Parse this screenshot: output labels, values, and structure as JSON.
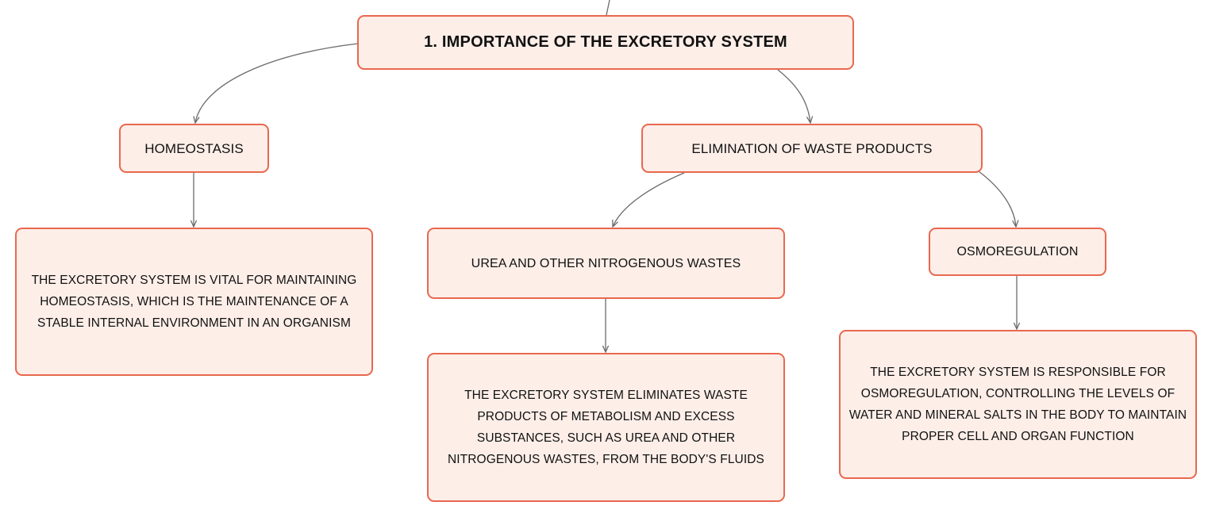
{
  "mindmap": {
    "root": {
      "text": "1. IMPORTANCE OF THE EXCRETORY SYSTEM"
    },
    "homeostasis": {
      "label": "HOMEOSTASIS",
      "detail": "THE EXCRETORY SYSTEM IS VITAL FOR MAINTAINING HOMEOSTASIS, WHICH IS THE MAINTENANCE OF A STABLE INTERNAL ENVIRONMENT IN AN ORGANISM"
    },
    "elimination": {
      "label": "ELIMINATION OF WASTE PRODUCTS",
      "urea": {
        "label": "UREA AND OTHER NITROGENOUS WASTES",
        "detail": "THE EXCRETORY SYSTEM ELIMINATES WASTE PRODUCTS OF METABOLISM AND EXCESS SUBSTANCES, SUCH AS UREA AND OTHER NITROGENOUS WASTES, FROM THE BODY'S FLUIDS"
      },
      "osmoregulation": {
        "label": "OSMOREGULATION",
        "detail": "THE EXCRETORY SYSTEM IS RESPONSIBLE FOR OSMOREGULATION, CONTROLLING THE LEVELS OF WATER AND MINERAL SALTS IN THE BODY TO MAINTAIN PROPER CELL AND ORGAN FUNCTION"
      }
    }
  },
  "colors": {
    "node_border": "#e8684f",
    "node_fill": "#fdeee8",
    "connector": "#6b6b6b"
  }
}
